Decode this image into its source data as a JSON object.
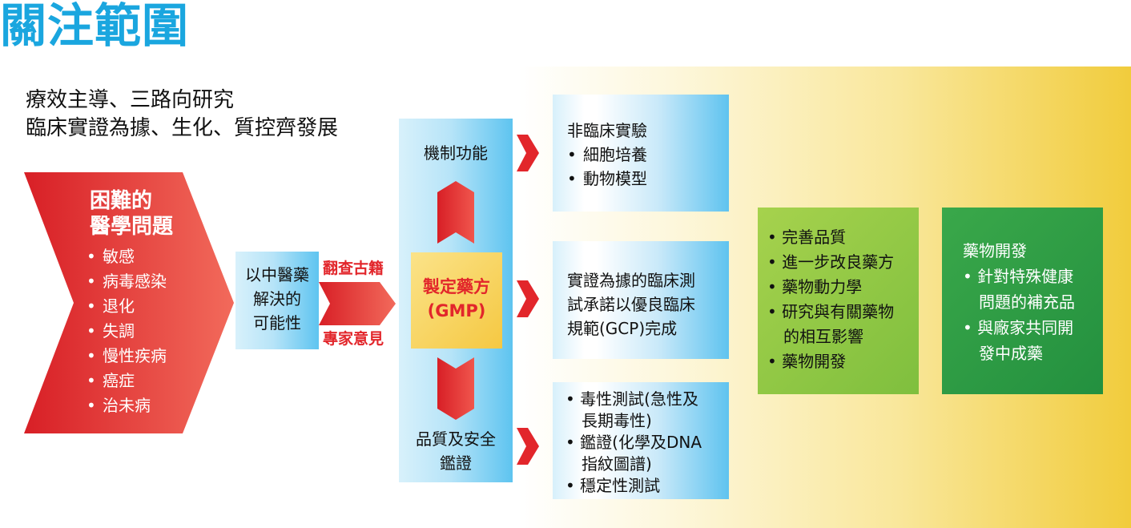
{
  "title": "關注範圍",
  "subtitle": [
    "療效主導、三路向研究",
    "臨床實證為據、生化、質控齊發展"
  ],
  "problem": {
    "heading": [
      "困難的",
      "醫學問題"
    ],
    "items": [
      "敏感",
      "病毒感染",
      "退化",
      "失調",
      "慢性疾病",
      "癌症",
      "治未病"
    ]
  },
  "tcm_box": [
    "以中醫藥",
    "解決的",
    "可能性"
  ],
  "arrow_labels": {
    "top": "翻查古籍",
    "bottom": "專家意見"
  },
  "center_column": {
    "top": "機制功能",
    "middle": [
      "製定藥方",
      "(GMP)"
    ],
    "bottom": [
      "品質及安全",
      "鑑證"
    ]
  },
  "right_boxes": {
    "preclinical": {
      "heading": "非臨床實驗",
      "items": [
        "細胞培養",
        "動物模型"
      ]
    },
    "clinical": [
      "實證為據的臨床測",
      "試承諾以優良臨床",
      "規範(GCP)完成"
    ],
    "safety": [
      {
        "bullet": true,
        "text": "毒性測試(急性及"
      },
      {
        "bullet": false,
        "text": "長期毒性)"
      },
      {
        "bullet": true,
        "text": "鑑證(化學及DNA"
      },
      {
        "bullet": false,
        "text": "指紋圖譜)"
      },
      {
        "bullet": true,
        "text": "穩定性測試"
      }
    ]
  },
  "green_box_1": {
    "lines": [
      {
        "bullet": true,
        "text": "完善品質"
      },
      {
        "bullet": true,
        "text": "進一步改良藥方"
      },
      {
        "bullet": true,
        "text": "藥物動力學"
      },
      {
        "bullet": true,
        "text": "研究與有關藥物"
      },
      {
        "bullet": false,
        "text": "的相互影響"
      },
      {
        "bullet": true,
        "text": "藥物開發"
      }
    ]
  },
  "green_box_2": {
    "heading": "藥物開發",
    "lines": [
      {
        "bullet": true,
        "text": "針對特殊健康"
      },
      {
        "bullet": false,
        "text": "問題的補充品"
      },
      {
        "bullet": true,
        "text": "與廠家共同開"
      },
      {
        "bullet": false,
        "text": "發中成藥"
      }
    ]
  },
  "colors": {
    "title_blue": "#1aa6df",
    "red": "#e2262b",
    "light_green": "#8cc63f",
    "dark_green": "#2e9a45",
    "gold": "#f1cc3c",
    "sky_blue": "#5ec4f0"
  }
}
